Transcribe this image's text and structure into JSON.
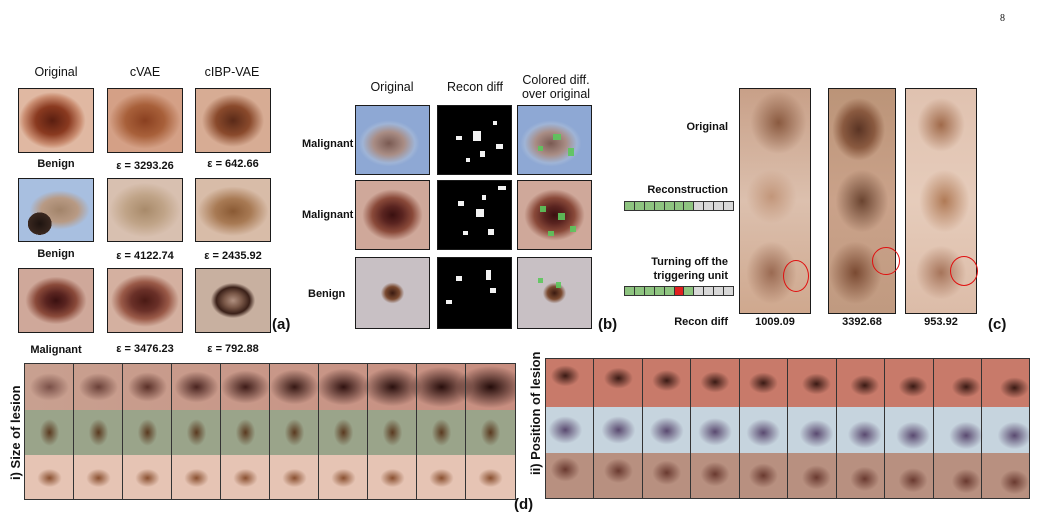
{
  "page_number": "8",
  "panel_a": {
    "headers": [
      "Original",
      "cVAE",
      "cIBP-VAE"
    ],
    "rows": [
      {
        "label": "Benign",
        "cvae_error": "ε = 3293.26",
        "cibp_error": "ε = 642.66"
      },
      {
        "label": "Benign",
        "cvae_error": "ε = 4122.74",
        "cibp_error": "ε = 2435.92"
      },
      {
        "label": "Malignant",
        "cvae_error": "ε = 3476.23",
        "cibp_error": "ε = 792.88"
      }
    ],
    "tag": "(a)"
  },
  "panel_b": {
    "headers": [
      "Original",
      "Recon diff",
      "Colored diff.",
      "over original"
    ],
    "row_labels": [
      "Malignant",
      "Malignant",
      "Benign"
    ],
    "tag": "(b)"
  },
  "panel_c": {
    "row_labels": [
      "Original",
      "Reconstruction",
      "Turning off the",
      "triggering unit",
      "Recon diff"
    ],
    "recon_diffs": [
      "1009.09",
      "3392.68",
      "953.92"
    ],
    "tag": "(c)"
  },
  "panel_d": {
    "left_label": "i) Size of lesion",
    "right_label": "ii) Position of lesion",
    "tag": "(d)"
  }
}
